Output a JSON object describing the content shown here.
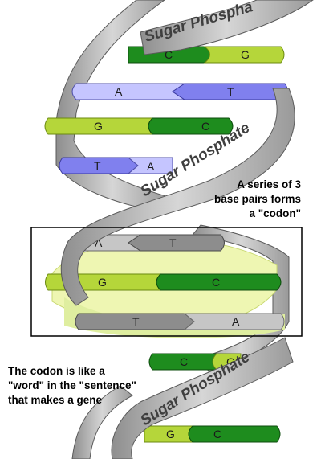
{
  "backbone": {
    "label": "Sugar Phosphate",
    "label_top_fragment": "Sugar Phospha",
    "label_bottom_fragment": "Sugar Phosphate",
    "colors": {
      "face": "#c9c9c9",
      "shade": "#9d9d9d",
      "edge": "#5a5a5a"
    }
  },
  "base_colors": {
    "C": "#1e8c1e",
    "G": "#b5d63a",
    "A": "#c5c5ff",
    "T": "#8080ee",
    "codon_A": "#c6c6c6",
    "codon_T": "#8d8d8d",
    "codon_highlight": "#eef6b2"
  },
  "base_pairs": [
    {
      "left": "C",
      "right": "G"
    },
    {
      "left": "A",
      "right": "T"
    },
    {
      "left": "G",
      "right": "C"
    },
    {
      "left": "T",
      "right": "A"
    },
    {
      "left": "A",
      "right": "T"
    },
    {
      "left": "G",
      "right": "C"
    },
    {
      "left": "T",
      "right": "A"
    },
    {
      "left": "C",
      "right": "G"
    },
    {
      "left": "G",
      "right": "C"
    }
  ],
  "annotations": {
    "codon_note": [
      "A series of 3",
      "base pairs forms",
      "a \"codon\""
    ],
    "word_note": [
      "The codon is like a",
      "\"word\" in the \"sentence\"",
      "that makes a gene"
    ]
  }
}
